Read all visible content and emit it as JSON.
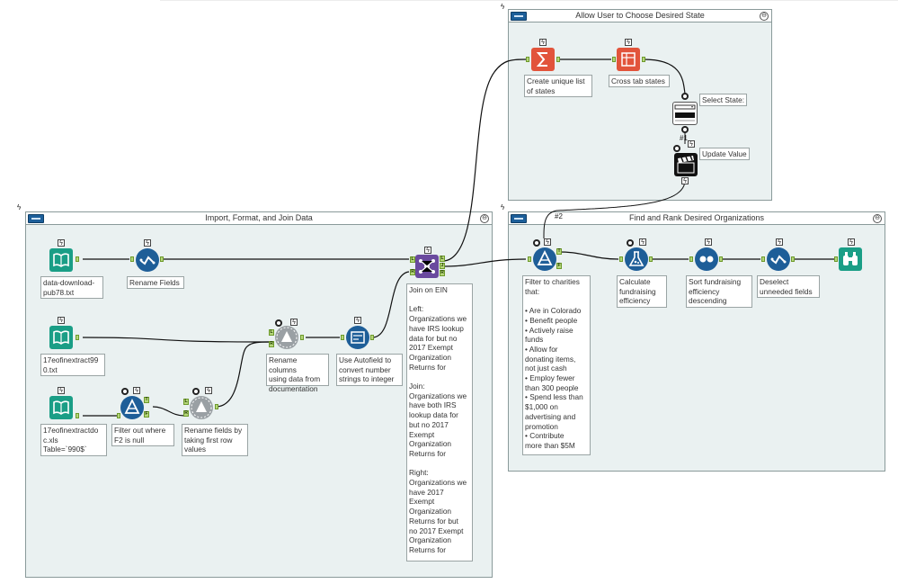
{
  "containers": {
    "state": {
      "title": "Allow User to Choose Desired State"
    },
    "import": {
      "title": "Import, Format, and Join Data"
    },
    "find": {
      "title": "Find and Rank Desired Organizations"
    }
  },
  "annotations": {
    "input1": "data-download-\npub78.txt",
    "rename_fields": "Rename Fields",
    "input2": "17eofinextract99\n0.txt",
    "input3": "17eofinextractdo\nc.xls\nTable=`990$`",
    "filter_null": "Filter out where\nF2 is null",
    "rename_first_row": "Rename fields by\ntaking first row\nvalues",
    "rename_columns": "Rename columns\nusing data from\ndocumentation",
    "autofield": "Use Autofield to\nconvert number\nstrings to integer",
    "join": "Join on EIN\n\nLeft:\nOrganizations we\nhave IRS lookup\ndata for but no\n2017 Exempt\nOrganization\nReturns for\n\nJoin:\nOrganizations we\nhave both IRS\nlookup data for\nbut no 2017\nExempt\nOrganization\nReturns for\n\nRight:\nOrganizations we\nhave 2017\nExempt\nOrganization\nReturns for but\nno 2017 Exempt\nOrganization\nReturns for",
    "unique_states": "Create unique list\nof states",
    "crosstab": "Cross tab states",
    "select_state": "Select State:",
    "update_value": "Update Value",
    "filter_charities": "Filter to charities\nthat:\n\n• Are in Colorado\n• Benefit people\n• Actively raise\nfunds\n• Allow for\ndonating items,\nnot just cash\n• Employ fewer\nthan 300 people\n• Spend less than\n$1,000 on\nadvertising and\npromotion\n• Contribute\nmore than $5M",
    "calc_eff": "Calculate\nfundraising\nefficiency",
    "sort_eff": "Sort fundraising\nefficiency\ndescending",
    "deselect": "Deselect\nunneeded fields"
  },
  "labels": {
    "q1": "#1",
    "q2": "#2",
    "bolt": "ϟ",
    "collapse": "⊖",
    "anchor_t": "T",
    "anchor_f": "F",
    "anchor_l": "L",
    "anchor_r": "R",
    "anchor_j": "J"
  },
  "colors": {
    "input_teal": "#1a9e86",
    "prep_blue": "#1e5e98",
    "parse_gray": "#9aa0a4",
    "join_purple": "#6a4a9e",
    "transform_orange": "#e2543b",
    "anchor_green": "#b5d67a",
    "container_bg": "#eaf1f1"
  },
  "icons": {
    "input": "book-icon",
    "select": "check-swoosh-icon",
    "filter": "filter-triangle-icon",
    "dynamic_rename": "gear-triangle-icon",
    "autofield": "autofield-icon",
    "join": "join-network-icon",
    "summarize": "sigma-icon",
    "crosstab": "crosstab-icon",
    "dropdown": "dropdown-icon",
    "action": "clapperboard-icon",
    "formula": "flask-icon",
    "sort": "sort-dots-icon",
    "browse": "binoculars-icon"
  }
}
